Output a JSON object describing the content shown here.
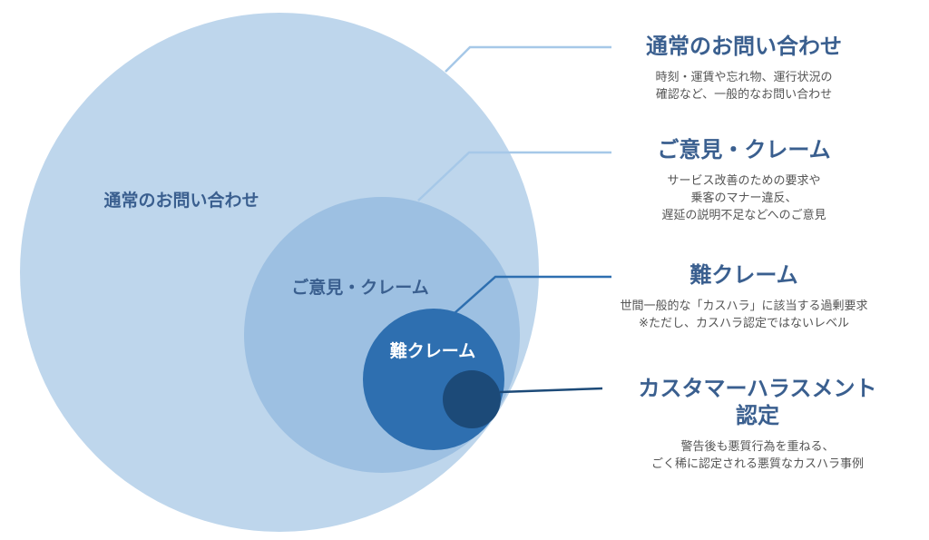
{
  "colors": {
    "outer_circle": "#bed6ec",
    "middle_circle": "#9dc0e2",
    "inner_circle": "#2e6fb0",
    "core_circle": "#1c4a78",
    "connector_light": "#a6c8e8",
    "connector_dark": "#2e6fb0",
    "connector_core": "#1c4a78",
    "title": "#3a5f8f",
    "description": "#555555"
  },
  "circles": {
    "outer_label": "通常のお問い合わせ",
    "middle_label": "ご意見・クレーム",
    "inner_label": "難クレーム"
  },
  "categories": [
    {
      "title": "通常のお問い合わせ",
      "description": [
        "時刻・運賃や忘れ物、運行状況の",
        "確認など、一般的なお問い合わせ"
      ]
    },
    {
      "title": "ご意見・クレーム",
      "description": [
        "サービス改善のための要求や",
        "乗客のマナー違反、",
        "遅延の説明不足などへのご意見"
      ]
    },
    {
      "title": "難クレーム",
      "description": [
        "世間一般的な「カスハラ」に該当する過剰要求",
        "※ただし、カスハラ認定ではないレベル"
      ]
    },
    {
      "title": "カスタマーハラスメント",
      "title_line2": "認定",
      "description": [
        "警告後も悪質行為を重ねる、",
        "ごく稀に認定される悪質なカスハラ事例"
      ]
    }
  ]
}
